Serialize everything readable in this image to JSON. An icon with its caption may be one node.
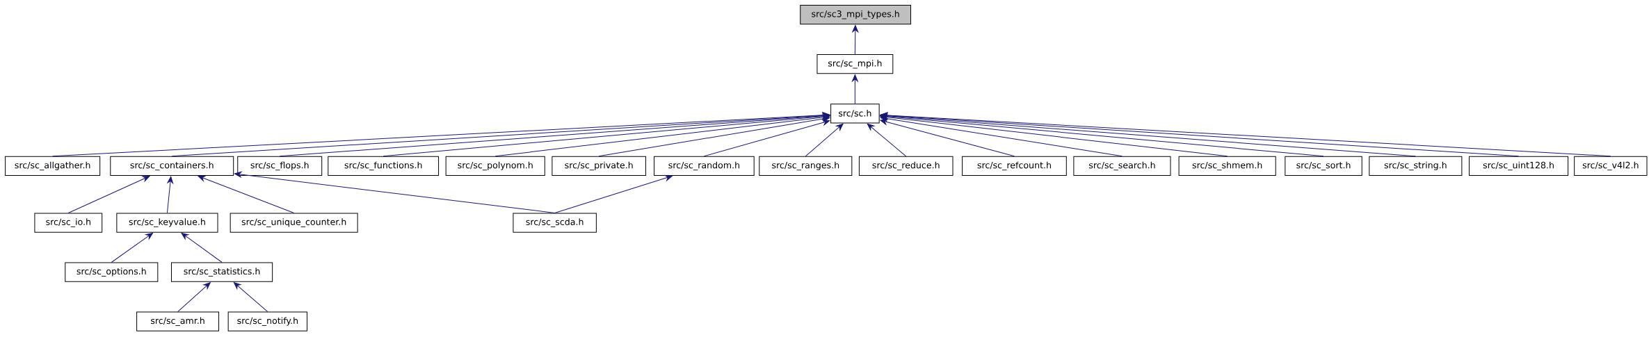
{
  "diagram": {
    "nodes": [
      {
        "text": [
          "src/sc3_mpi_types.h"
        ]
      },
      {
        "text": [
          "src/sc_mpi.h"
        ]
      },
      {
        "text": [
          "src/sc.h"
        ]
      },
      {
        "text": [
          "src/sc_allgather.h"
        ]
      },
      {
        "text": [
          "src/sc_containers.h"
        ]
      },
      {
        "text": [
          "src/sc_flops.h"
        ]
      },
      {
        "text": [
          "src/sc_functions.h"
        ]
      },
      {
        "text": [
          "src/sc_polynom.h"
        ]
      },
      {
        "text": [
          "src/sc_private.h"
        ]
      },
      {
        "text": [
          "src/sc_random.h"
        ]
      },
      {
        "text": [
          "src/sc_ranges.h"
        ]
      },
      {
        "text": [
          "src/sc_reduce.h"
        ]
      },
      {
        "text": [
          "src/sc_refcount.h"
        ]
      },
      {
        "text": [
          "src/sc_search.h"
        ]
      },
      {
        "text": [
          "src/sc_shmem.h"
        ]
      },
      {
        "text": [
          "src/sc_sort.h"
        ]
      },
      {
        "text": [
          "src/sc_string.h"
        ]
      },
      {
        "text": [
          "src/sc_uint128.h"
        ]
      },
      {
        "text": [
          "src/sc_v4l2.h"
        ]
      },
      {
        "text": [
          "src/sc_io.h"
        ]
      },
      {
        "text": [
          "src/sc_keyvalue.h"
        ]
      },
      {
        "text": [
          "src/sc_unique_counter.h"
        ]
      },
      {
        "text": [
          "src/sc_scda.h"
        ]
      },
      {
        "text": [
          "src/sc_options.h"
        ]
      },
      {
        "text": [
          "src/sc_statistics.h"
        ]
      },
      {
        "text": [
          "src/sc_amr.h"
        ]
      },
      {
        "text": [
          "src/sc_notify.h"
        ]
      }
    ],
    "edges": [
      {
        "from": 1,
        "to": 0,
        "arrow": "to"
      },
      {
        "from": 2,
        "to": 1,
        "arrow": "to"
      },
      {
        "from": 3,
        "to": 2,
        "arrow": "to"
      },
      {
        "from": 4,
        "to": 2,
        "arrow": "to"
      },
      {
        "from": 5,
        "to": 2,
        "arrow": "to"
      },
      {
        "from": 6,
        "to": 2,
        "arrow": "to"
      },
      {
        "from": 7,
        "to": 2,
        "arrow": "to"
      },
      {
        "from": 8,
        "to": 2,
        "arrow": "to"
      },
      {
        "from": 9,
        "to": 2,
        "arrow": "to"
      },
      {
        "from": 10,
        "to": 2,
        "arrow": "to"
      },
      {
        "from": 11,
        "to": 2,
        "arrow": "to"
      },
      {
        "from": 12,
        "to": 2,
        "arrow": "to"
      },
      {
        "from": 13,
        "to": 2,
        "arrow": "to"
      },
      {
        "from": 14,
        "to": 2,
        "arrow": "to"
      },
      {
        "from": 15,
        "to": 2,
        "arrow": "to"
      },
      {
        "from": 16,
        "to": 2,
        "arrow": "to"
      },
      {
        "from": 17,
        "to": 2,
        "arrow": "to"
      },
      {
        "from": 18,
        "to": 2,
        "arrow": "to"
      },
      {
        "from": 19,
        "to": 4,
        "arrow": "to"
      },
      {
        "from": 20,
        "to": 4,
        "arrow": "to"
      },
      {
        "from": 21,
        "to": 4,
        "arrow": "to"
      },
      {
        "from": 22,
        "to": 4,
        "arrow": "to"
      },
      {
        "from": 22,
        "to": 9,
        "arrow": "to"
      },
      {
        "from": 23,
        "to": 20,
        "arrow": "to"
      },
      {
        "from": 24,
        "to": 20,
        "arrow": "to"
      },
      {
        "from": 25,
        "to": 24,
        "arrow": "to"
      },
      {
        "from": 26,
        "to": 24,
        "arrow": "to"
      }
    ]
  }
}
